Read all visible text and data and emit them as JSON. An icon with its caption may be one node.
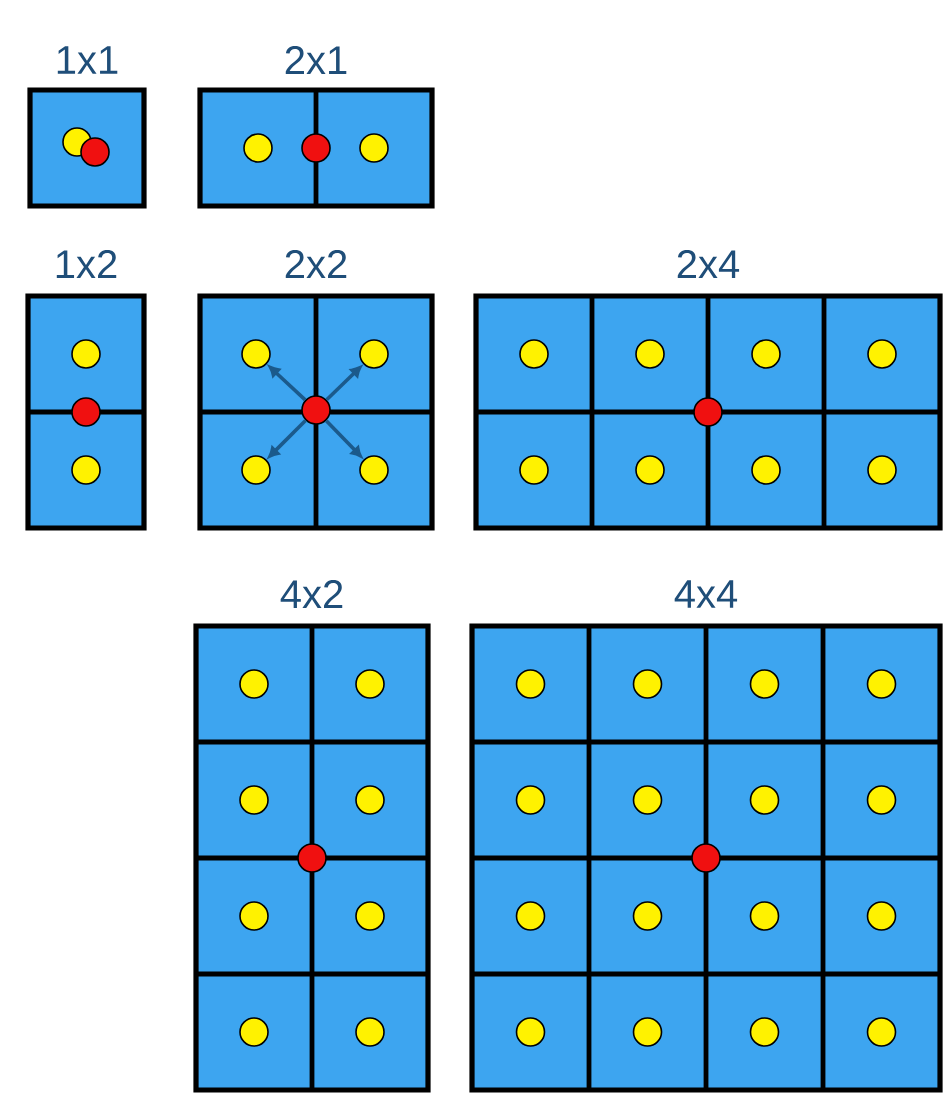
{
  "diagram": {
    "nodes": [
      {
        "text": [
          "1x1"
        ]
      },
      {
        "text": [
          "2x1"
        ]
      },
      {
        "text": [
          "1x2"
        ]
      },
      {
        "text": [
          "2x2"
        ]
      },
      {
        "text": [
          "2x4"
        ]
      },
      {
        "text": [
          "4x2"
        ]
      },
      {
        "text": [
          "4x4"
        ]
      },
      {
        "text": [],
        "shape": "circle",
        "in": 3
      },
      {
        "text": [],
        "shape": "circle",
        "in": 3
      },
      {
        "text": [],
        "shape": "circle",
        "in": 3
      },
      {
        "text": [],
        "shape": "circle",
        "in": 3
      },
      {
        "text": [],
        "shape": "circle",
        "in": 3
      }
    ],
    "edges": [
      {
        "from": 7,
        "to": 8,
        "arrow": "to"
      },
      {
        "from": 7,
        "to": 9,
        "arrow": "to"
      },
      {
        "from": 7,
        "to": 10,
        "arrow": "to"
      },
      {
        "from": 7,
        "to": 11,
        "arrow": "to"
      }
    ]
  }
}
